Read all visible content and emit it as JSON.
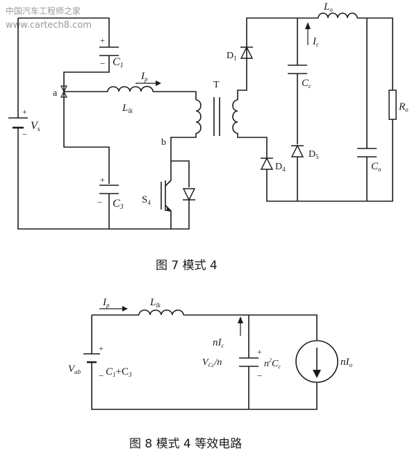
{
  "watermark": {
    "title": "中国汽车工程师之家",
    "url": "www.cartech8.com"
  },
  "fig7": {
    "caption": "图 7    模式 4",
    "labels": {
      "vs": "V",
      "vs_sub": "s",
      "c1": "C",
      "c1_sub": "1",
      "c3": "C",
      "c3_sub": "3",
      "ip": "I",
      "ip_sub": "p",
      "llk": "L",
      "llk_sub": "lk",
      "node_a": "a",
      "node_b": "b",
      "t": "T",
      "s4": "S",
      "s4_sub": "4",
      "d1": "D",
      "d1_sub": "1",
      "d4": "D",
      "d4_sub": "4",
      "d5": "D",
      "d5_sub": "5",
      "lo": "L",
      "lo_sub": "o",
      "ic": "I",
      "ic_sub": "c",
      "cc": "C",
      "cc_sub": "c",
      "co": "C",
      "co_sub": "o",
      "ro": "R",
      "ro_sub": "o",
      "plus": "+",
      "minus": "−"
    }
  },
  "fig8": {
    "caption": "图 8    模式 4 等效电路",
    "labels": {
      "ip": "I",
      "ip_sub": "p",
      "llk": "L",
      "llk_sub": "lk",
      "vab": "V",
      "vab_sub": "ab",
      "c13": "C",
      "c13_a": "1",
      "c13_plus": "+C",
      "c13_b": "3",
      "nic": "nI",
      "nic_sub": "c",
      "vcc": "V",
      "vcc_sub": "Cc",
      "vcc_n": "/n",
      "n2cc": "n",
      "n2cc_sup": "2",
      "n2cc_c": "C",
      "n2cc_sub": "c",
      "nio": "nI",
      "nio_sub": "o",
      "plus": "+",
      "minus": "−"
    }
  }
}
